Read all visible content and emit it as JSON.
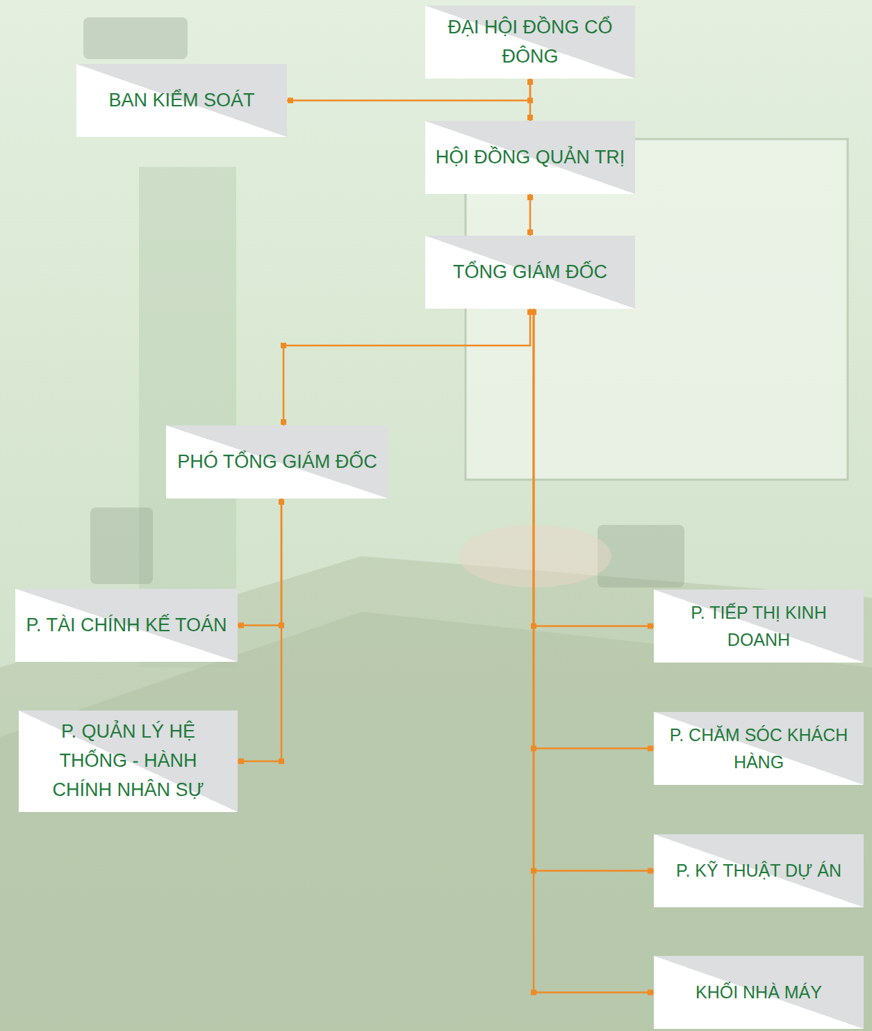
{
  "diagram": {
    "nodes": [
      {
        "text": [
          "ĐẠI HỘI ĐỒNG CỔ ĐÔNG"
        ]
      },
      {
        "text": [
          "BAN KIỂM SOÁT"
        ]
      },
      {
        "text": [
          "HỘI ĐỒNG QUẢN TRỊ"
        ]
      },
      {
        "text": [
          "TỔNG GIÁM ĐỐC"
        ]
      },
      {
        "text": [
          "PHÓ TỔNG GIÁM ĐỐC"
        ]
      },
      {
        "text": [
          "P. TÀI CHÍNH KẾ TOÁN"
        ]
      },
      {
        "text": [
          "P. TIẾP THỊ KINH DOANH"
        ]
      },
      {
        "text": [
          "P. QUẢN LÝ HỆ THỐNG - HÀNH CHÍNH NHÂN SỰ"
        ]
      },
      {
        "text": [
          "P. CHĂM SÓC KHÁCH HÀNG"
        ]
      },
      {
        "text": [
          "P. KỸ THUẬT DỰ ÁN"
        ]
      },
      {
        "text": [
          "KHỐI NHÀ MÁY"
        ]
      }
    ],
    "edges": [
      {
        "from": 0,
        "to": 1,
        "arrow": "none"
      },
      {
        "from": 0,
        "to": 2,
        "arrow": "none"
      },
      {
        "from": 2,
        "to": 3,
        "arrow": "none"
      },
      {
        "from": 3,
        "to": 4,
        "arrow": "none"
      },
      {
        "from": 4,
        "to": 5,
        "arrow": "none"
      },
      {
        "from": 4,
        "to": 7,
        "arrow": "none"
      },
      {
        "from": 3,
        "to": 6,
        "arrow": "none"
      },
      {
        "from": 3,
        "to": 8,
        "arrow": "none"
      },
      {
        "from": 3,
        "to": 9,
        "arrow": "none"
      },
      {
        "from": 3,
        "to": 10,
        "arrow": "none"
      }
    ]
  }
}
